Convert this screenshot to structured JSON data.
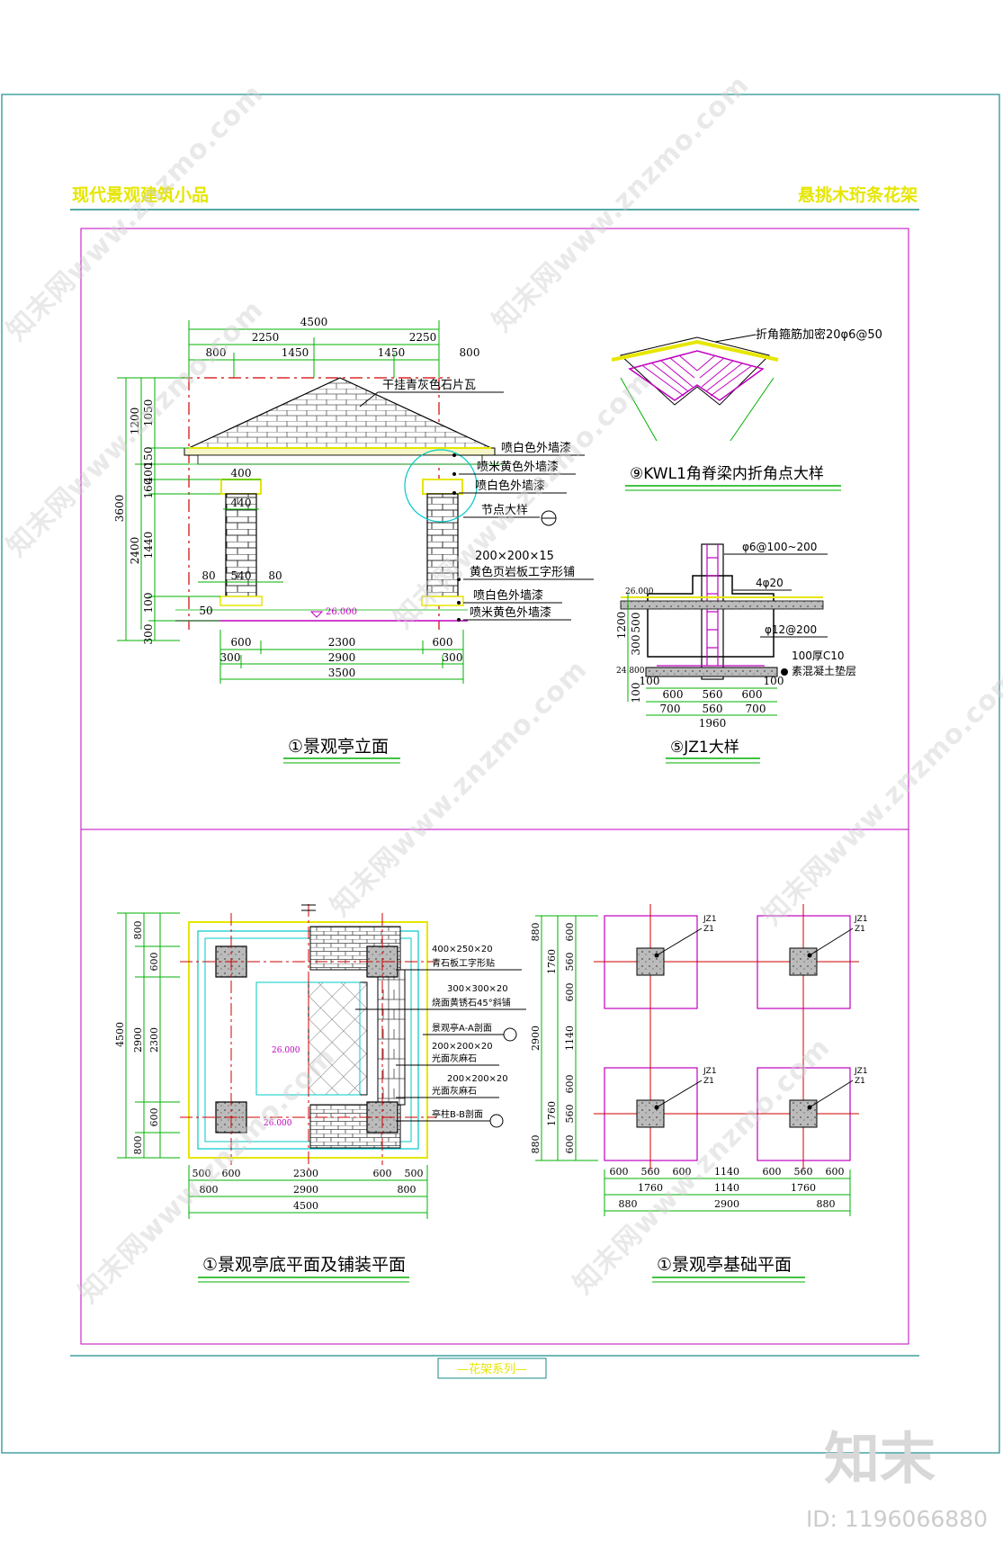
{
  "header": {
    "left_title": "现代景观建筑小品",
    "right_title": "悬挑木珩条花架"
  },
  "footer": {
    "series_label": "—花架系列—"
  },
  "brand": {
    "logo_text": "知末",
    "id_text": "ID: 1196066880"
  },
  "watermark": {
    "text": "知末网www.znzmo.com"
  },
  "colors": {
    "frame": "#1a8a8a",
    "magenta": "#c000c0",
    "yellow": "#e6e600",
    "green": "#00b000",
    "red": "#d00000",
    "cyan": "#00c8c8"
  },
  "elevation": {
    "title": "①景观亭立面",
    "top_dims": {
      "total": "4500",
      "half_l": "2250",
      "half_r": "2250",
      "d1": "800",
      "d2": "1450",
      "d3": "1450",
      "d4": "800"
    },
    "left_dims": {
      "total": "3600",
      "upper": "1200",
      "lower": "2400",
      "d1050": "1050",
      "d150": "150",
      "d400": "400",
      "d160": "160",
      "d1440": "1440",
      "d100": "100",
      "d300": "300"
    },
    "inner_dims": {
      "cap": "400",
      "col": "440",
      "b1": "80",
      "b2": "540",
      "b3": "80",
      "base": "50"
    },
    "bottom_dims": {
      "a": "600",
      "b": "2300",
      "c": "600",
      "d": "300",
      "e": "2900",
      "f": "300",
      "g": "3500"
    },
    "elevation_mark": "26.000",
    "callouts": [
      "干挂青灰色石片瓦",
      "喷白色外墙漆",
      "喷米黄色外墙漆",
      "喷白色外墙漆",
      "节点大样",
      "200×200×15",
      "黄色页岩板工字形铺",
      "喷白色外墙漆",
      "喷米黄色外墙漆"
    ]
  },
  "detail9": {
    "title": "⑨KWL1角脊梁内折角点大样",
    "note": "折角箍筋加密20φ6@50"
  },
  "detail5": {
    "title": "⑤JZ1大样",
    "notes": [
      "φ6@100~200",
      "4φ20",
      "φ12@200",
      "100厚C10",
      "素混凝土垫层"
    ],
    "left_dims": [
      "1200",
      "500",
      "300",
      "100"
    ],
    "bottom_dims": {
      "a": "100",
      "b": "600",
      "c": "560",
      "d": "600",
      "e": "100",
      "f": "700",
      "g": "560",
      "h": "700",
      "total": "1960"
    },
    "levels": [
      "26.000",
      "24.800"
    ]
  },
  "plan": {
    "title": "①景观亭底平面及铺装平面",
    "notes": [
      "400×250×20",
      "青石板工字形贴",
      "300×300×20",
      "烧面黄锈石45°斜铺",
      "景观亭A-A剖面",
      "200×200×20",
      "光面灰麻石",
      "200×200×20",
      "光面灰麻石",
      "亭柱B-B剖面"
    ],
    "left_dims": {
      "total": "4500",
      "a": "800",
      "b": "600",
      "c": "2900",
      "d": "2300",
      "e": "600",
      "f": "800"
    },
    "bottom_dims": {
      "a": "500",
      "b": "600",
      "c": "2300",
      "d": "600",
      "e": "500",
      "f": "800",
      "g": "2900",
      "h": "800",
      "total": "4500"
    },
    "levels": [
      "26.000",
      "26.000"
    ]
  },
  "foundation": {
    "title": "①景观亭基础平面",
    "tag": "JZ1",
    "tag2": "Z1",
    "left_dims": {
      "a": "880",
      "b": "600",
      "c": "560",
      "d": "600",
      "e": "1760",
      "f": "2900",
      "g": "1140",
      "h": "600",
      "i": "560",
      "j": "600",
      "k": "1760",
      "l": "880"
    },
    "bottom_dims": {
      "a": "600",
      "b": "560",
      "c": "600",
      "d": "1140",
      "e": "600",
      "f": "560",
      "g": "600",
      "h": "1760",
      "i": "1140",
      "j": "1760",
      "k": "880",
      "l": "2900",
      "m": "880"
    }
  }
}
